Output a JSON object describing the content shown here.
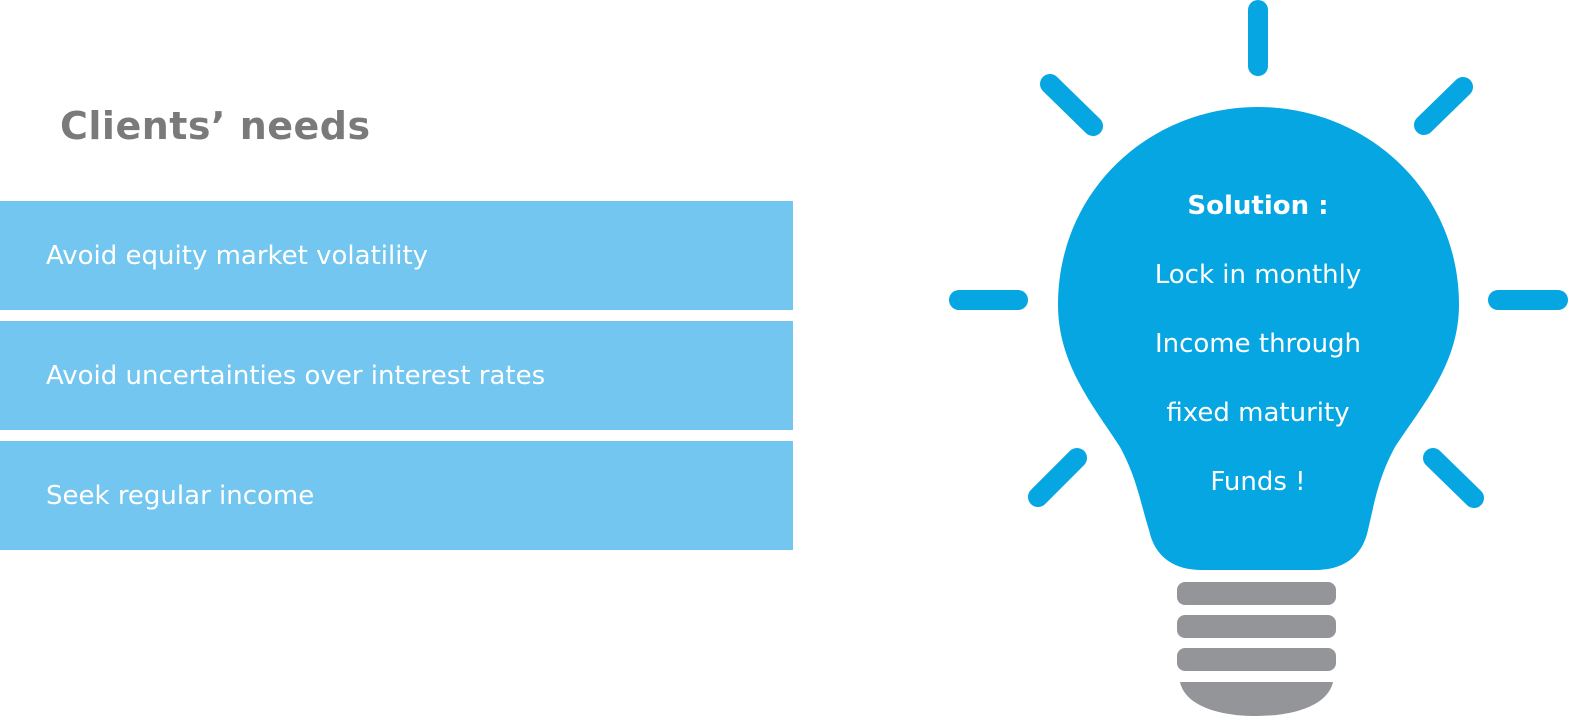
{
  "heading": "Clients’ needs",
  "needs": [
    "Avoid equity market volatility",
    "Avoid uncertainties over interest rates",
    "Seek regular income"
  ],
  "solution": {
    "title": "Solution :",
    "lines": [
      "Lock in monthly",
      "Income through",
      "fixed maturity",
      "Funds !"
    ]
  },
  "colors": {
    "need_box": "#72c6ef",
    "bulb": "#05a6e1",
    "base": "#939598",
    "heading": "#7a7a7a"
  },
  "icons": [
    "lightbulb-icon",
    "light-ray-icon"
  ]
}
